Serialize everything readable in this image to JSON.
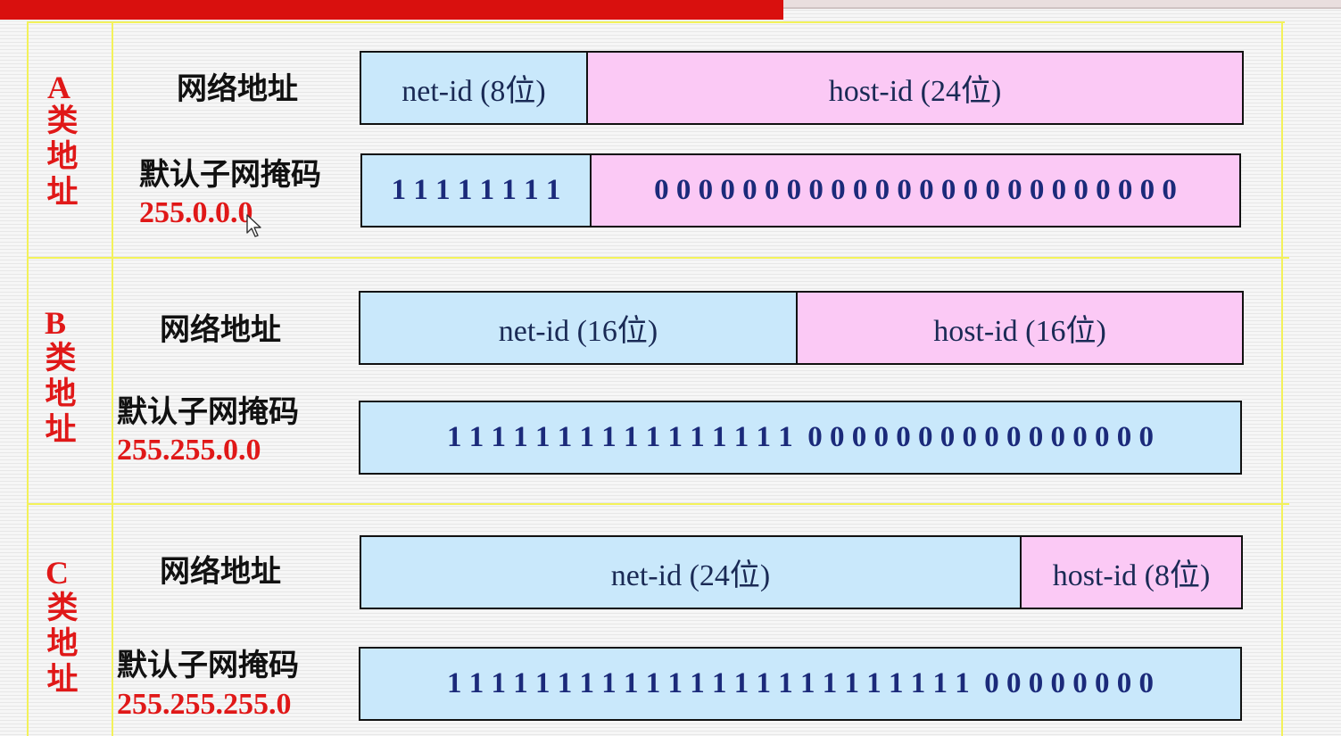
{
  "classes": [
    {
      "letter": "A",
      "chars": [
        "类",
        "地",
        "址"
      ],
      "network_label": "网络地址",
      "mask_label": "默认子网掩码",
      "mask_value": "255.0.0.0",
      "net_label": "net-id (8位)",
      "host_label": "host-id (24位)",
      "net_bits": "1 1 1 1 1 1 1 1",
      "host_bits": "0 0 0 0 0 0 0 0 0 0 0 0 0 0 0 0 0 0 0 0 0 0 0 0",
      "net_bit_count": 8,
      "host_bit_count": 24
    },
    {
      "letter": "B",
      "chars": [
        "类",
        "地",
        "址"
      ],
      "network_label": "网络地址",
      "mask_label": "默认子网掩码",
      "mask_value": "255.255.0.0",
      "net_label": "net-id (16位)",
      "host_label": "host-id (16位)",
      "bits": "1 1 1 1 1 1 1 1 1 1 1 1 1 1 1 1  0 0 0 0 0 0 0 0 0 0 0 0 0 0 0 0",
      "net_bit_count": 16,
      "host_bit_count": 16
    },
    {
      "letter": "C",
      "chars": [
        "类",
        "地",
        "址"
      ],
      "network_label": "网络地址",
      "mask_label": "默认子网掩码",
      "mask_value": "255.255.255.0",
      "net_label": "net-id (24位)",
      "host_label": "host-id (8位)",
      "bits": "1 1 1 1 1 1 1 1 1 1 1 1 1 1 1 1 1 1 1 1 1 1 1 1  0 0 0 0 0 0 0 0",
      "net_bit_count": 24,
      "host_bit_count": 8
    }
  ],
  "colors": {
    "net_fill": "#c9e8fb",
    "host_fill": "#fbc9f5",
    "accent_red": "#e01818",
    "bit_text": "#1b2a7a",
    "grid_yellow": "#f3f25a"
  },
  "player": {
    "progress": 0.584
  }
}
